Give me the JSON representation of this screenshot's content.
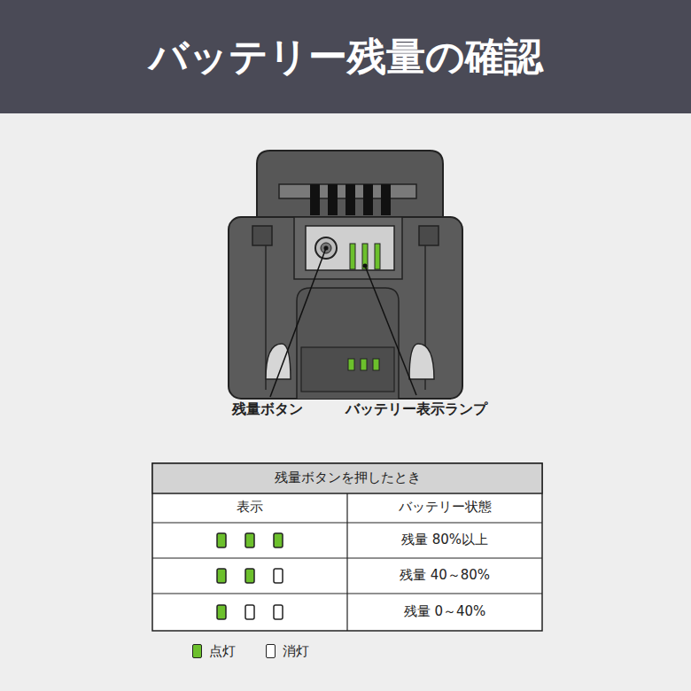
{
  "diagram": {
    "title": "バッテリー残量の確認",
    "labels": [
      "残量ボタン",
      "バッテリー表示ランプ",
      "残量ボタンを押したとき",
      "表示",
      "バッテリー状態",
      "残量 80%以上",
      "残量 40～80%",
      "残量 0～40%"
    ],
    "legend": [
      {
        "text": "点灯",
        "color": "#6cc02c"
      },
      {
        "text": "消灯",
        "color": "#ffffff"
      }
    ]
  }
}
